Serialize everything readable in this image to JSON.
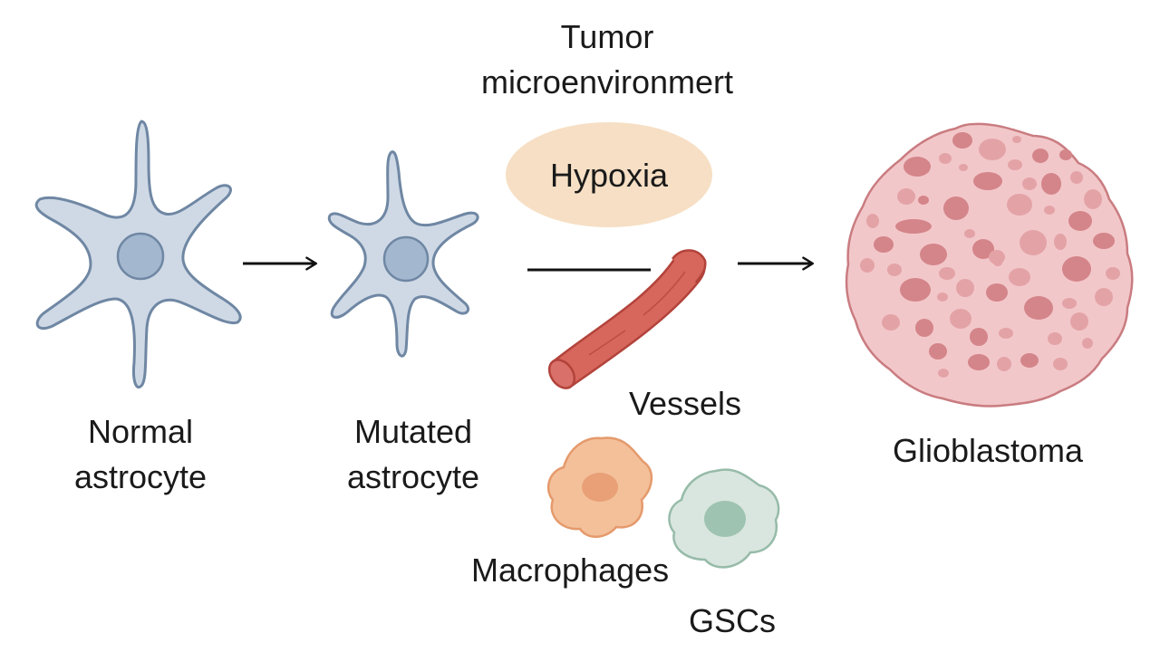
{
  "title": {
    "line1": "Tumor",
    "line2": "microenvironmert"
  },
  "stages": {
    "normal": {
      "line1": "Normal",
      "line2": "astrocyte"
    },
    "mutated": {
      "line1": "Mutated",
      "line2": "astrocyte"
    },
    "glioblastoma": "Glioblastoma"
  },
  "microenvironment": {
    "hypoxia": "Hypoxia",
    "vessels": "Vessels",
    "macrophages": "Macrophages",
    "gscs": "GSCs"
  },
  "colors": {
    "astrocyte_fill": "#cfd9e6",
    "astrocyte_stroke": "#6f87a3",
    "astrocyte_nucleus": "#a3b7cf",
    "hypoxia_fill": "#f6dfc4",
    "vessel_fill": "#d7675c",
    "vessel_stroke": "#b2433b",
    "macrophage_fill": "#f3c09a",
    "macrophage_stroke": "#e59a6c",
    "macrophage_nucleus": "#e9a077",
    "gsc_fill": "#d9e6df",
    "gsc_stroke": "#97bba9",
    "gsc_nucleus": "#9fc3b1",
    "tumor_fill": "#f2c7ca",
    "tumor_stroke": "#c97c80",
    "tumor_spot_dark": "#d48589",
    "tumor_spot_light": "#e3a3a6",
    "arrow": "#111111"
  }
}
